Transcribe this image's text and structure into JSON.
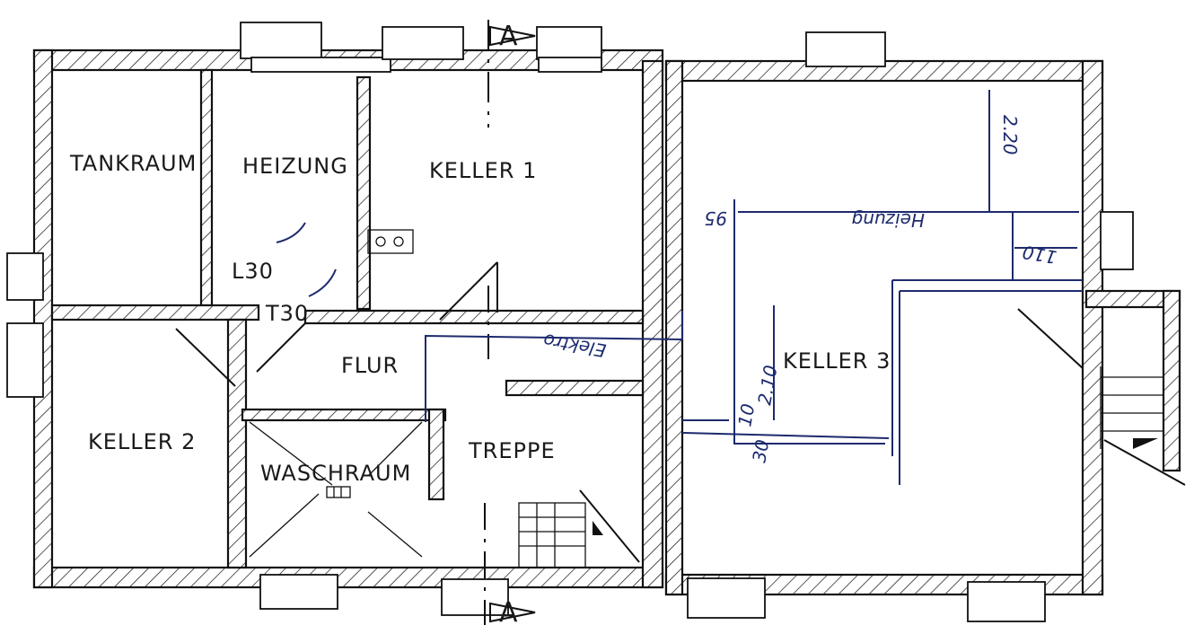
{
  "rooms": {
    "tankraum": "TANKRAUM",
    "heizung": "HEIZUNG",
    "keller1": "KELLER 1",
    "keller2": "KELLER 2",
    "keller3": "KELLER 3",
    "flur": "FLUR",
    "waschraum": "WASCHRAUM",
    "treppe": "TREPPE"
  },
  "section_marks": {
    "top": "A",
    "bottom": "A"
  },
  "door_ratings": {
    "l30": "L30",
    "t30": "T30"
  },
  "annotations": {
    "dim_220": "2.20",
    "dim_95": "95",
    "heizung": "Heizung",
    "dim_110": "110",
    "elektro": "Elektro",
    "dim_210": "2.10",
    "dim_10": "10",
    "dim_30": "30"
  }
}
